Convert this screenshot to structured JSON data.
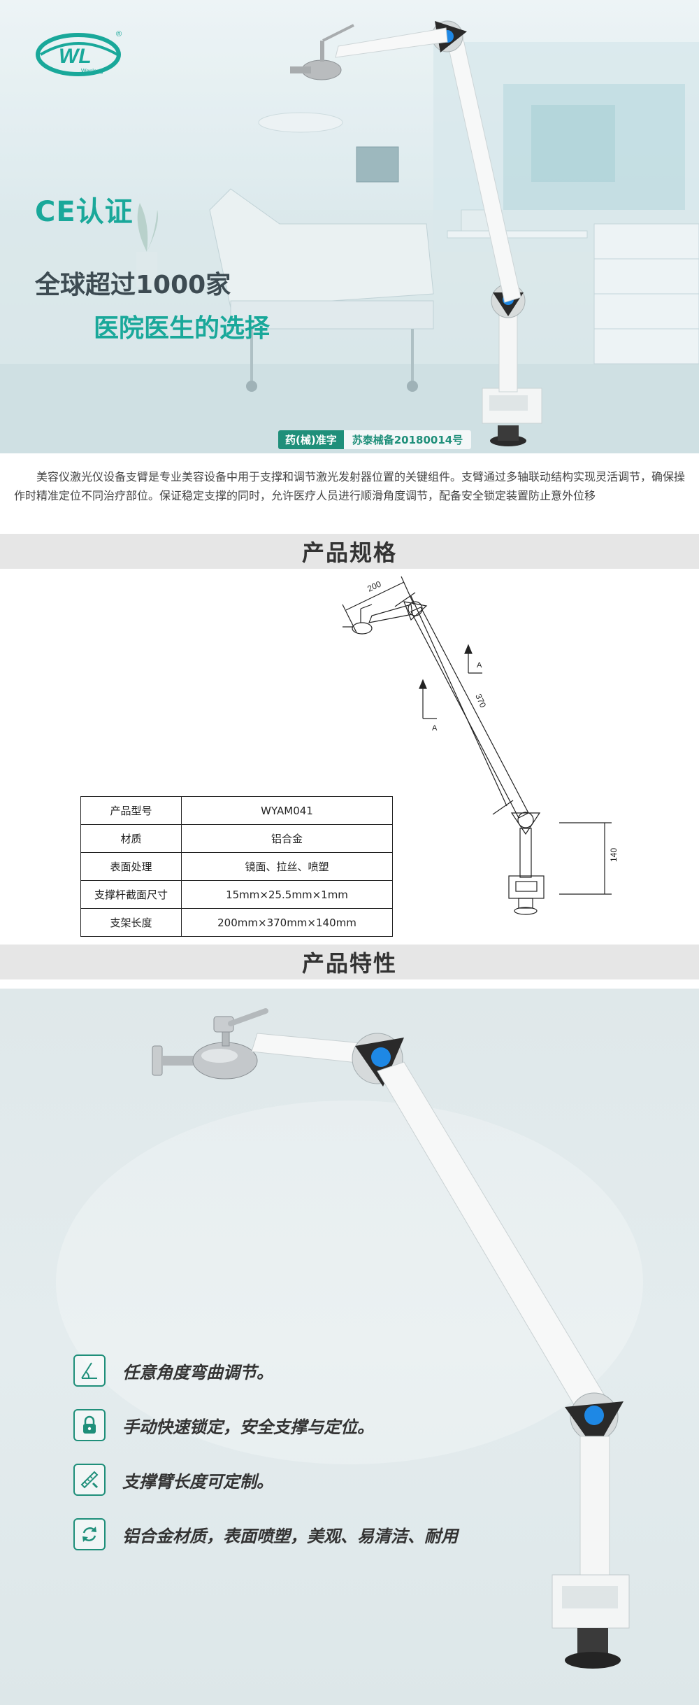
{
  "hero": {
    "logo_text": "WL",
    "logo_sub": "Wenlong",
    "trademark": "®",
    "ce_title": "CE认证",
    "slogan_line1": "全球超过1000家",
    "slogan_line2": "医院医生的选择",
    "registration_tag": "药(械)准字",
    "registration_number": "苏泰械备20180014号"
  },
  "intro": {
    "text": "美容仪激光仪设备支臂是专业美容设备中用于支撑和调节激光发射器位置的关键组件。支臂通过多轴联动结构实现灵活调节，确保操作时精准定位不同治疗部位。保证稳定支撑的同时，允许医疗人员进行顺滑角度调节，配备安全锁定装置防止意外位移"
  },
  "specs": {
    "section_title": "产品规格",
    "rows": [
      {
        "label": "产品型号",
        "value": "WYAM041"
      },
      {
        "label": "材质",
        "value": "铝合金"
      },
      {
        "label": "表面处理",
        "value": "镜面、拉丝、喷塑"
      },
      {
        "label": "支撑杆截面尺寸",
        "value": "15mm×25.5mm×1mm"
      },
      {
        "label": "支架长度",
        "value": "200mm×370mm×140mm"
      }
    ],
    "drawing": {
      "dim_upper": "200",
      "dim_main": "370",
      "dim_lower": "140",
      "arrow_label": "A"
    }
  },
  "features": {
    "section_title": "产品特性",
    "items": [
      {
        "icon": "angle-icon",
        "text": "任意角度弯曲调节。"
      },
      {
        "icon": "lock-icon",
        "text": "手动快速锁定，安全支撑与定位。"
      },
      {
        "icon": "ruler-pen-icon",
        "text": "支撑臂长度可定制。"
      },
      {
        "icon": "refresh-icon",
        "text": "铝合金材质，表面喷塑，美观、易清洁、耐用"
      }
    ]
  },
  "colors": {
    "accent": "#19a89a",
    "accent_dark": "#1f8f7a",
    "knob_blue": "#1e88e5",
    "bar_gray": "#e6e6e6"
  }
}
